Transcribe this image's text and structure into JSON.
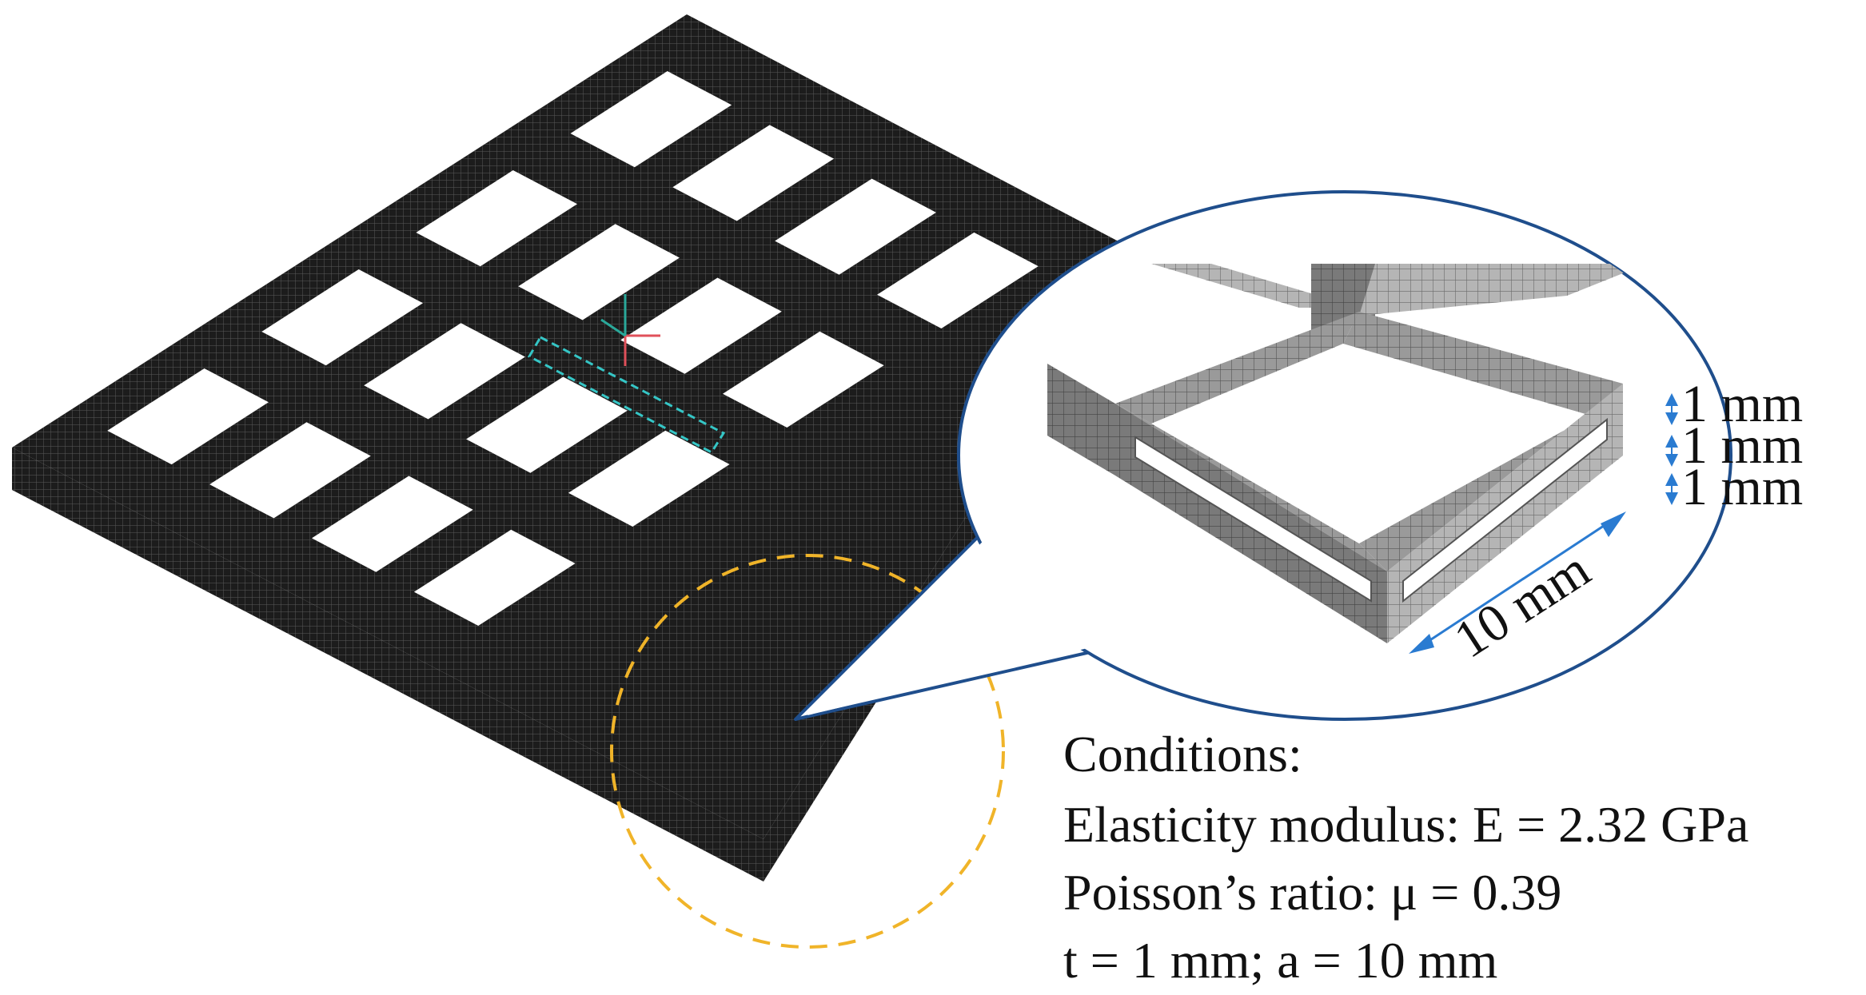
{
  "zoom_dimensions": {
    "height_labels": [
      "1 mm",
      "1 mm",
      "1 mm"
    ],
    "length_label": "10 mm"
  },
  "conditions": {
    "heading": "Conditions:",
    "lines": [
      "Elasticity modulus: E = 2.32 GPa",
      "Poisson’s ratio: μ = 0.39",
      "t = 1 mm; a = 10 mm"
    ]
  },
  "colors": {
    "mesh": "#1c1c1c",
    "mesh_line": "#5a5a5a",
    "zoom_face": "#8f8f8f",
    "zoom_face_dark": "#6e6e6e",
    "zoom_face_light": "#b0b0b0",
    "zoom_outline": "#1f4e8c",
    "arrow": "#2a7bd1",
    "highlight_circle": "#f0b429",
    "selection": "#35c6c6",
    "axis_red": "#e0505a",
    "axis_teal": "#2aa89a"
  }
}
